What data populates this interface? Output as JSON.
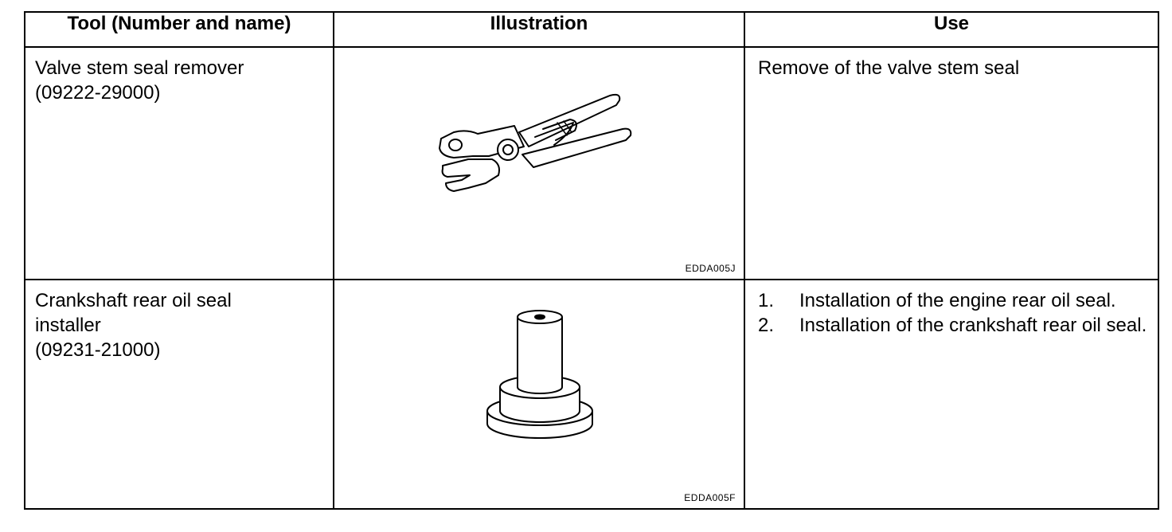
{
  "header": {
    "col_tool": "Tool (Number and name)",
    "col_illustration": "Illustration",
    "col_use": "Use"
  },
  "rows": [
    {
      "name_lines": [
        "Valve stem seal remover",
        "(09222-29000)"
      ],
      "figure_code": "EDDA005J",
      "use_text": "Remove of the valve stem seal"
    },
    {
      "name_lines": [
        "Crankshaft rear oil seal",
        "installer",
        "(09231-21000)"
      ],
      "figure_code": "EDDA005F",
      "use_items": [
        {
          "num": "1.",
          "text": "Installation of the engine rear oil seal."
        },
        {
          "num": "2.",
          "text": "Installation of the crankshaft rear oil seal."
        }
      ]
    }
  ]
}
